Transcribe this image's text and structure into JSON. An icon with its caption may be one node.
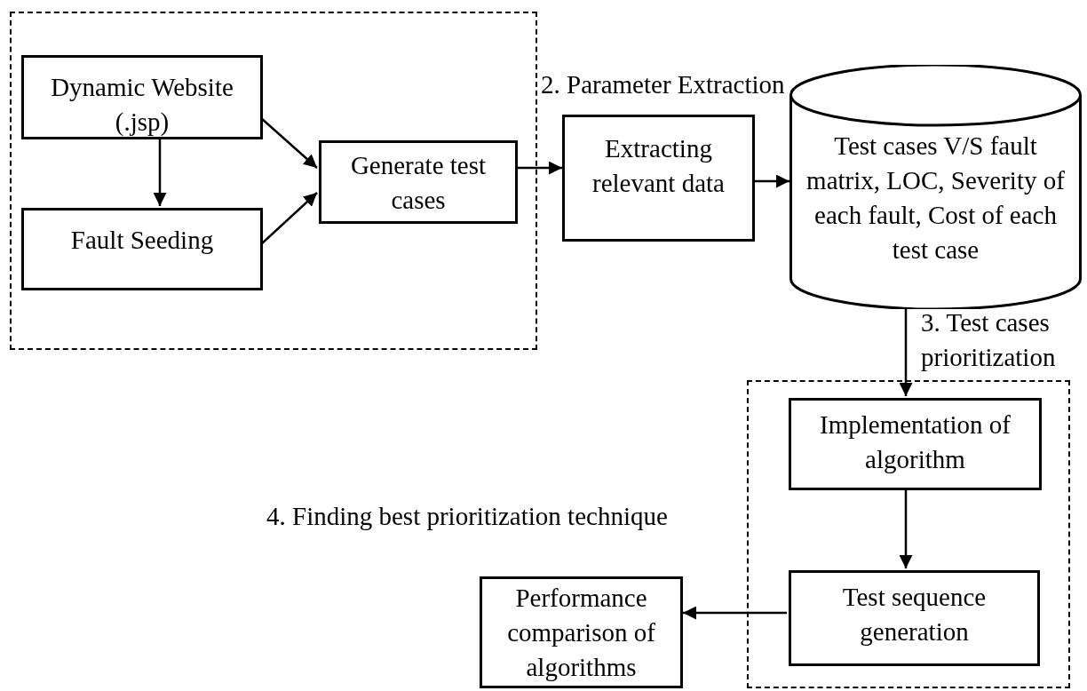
{
  "diagram": {
    "nodes": [
      {
        "text": [],
        "shape": "box"
      },
      {
        "text": [
          "Dynamic Website (.jsp)"
        ],
        "in": 0
      },
      {
        "text": [
          "Fault Seeding"
        ],
        "in": 0
      },
      {
        "text": [
          "Generate test cases"
        ],
        "in": 0
      },
      {
        "text": [
          "Extracting relevant data"
        ]
      },
      {
        "text": [
          "Test cases V/S fault matrix, LOC, Severity of each fault, Cost of each test case"
        ]
      },
      {
        "text": [],
        "shape": "box"
      },
      {
        "text": [
          "Implementation of algorithm"
        ],
        "in": 6
      },
      {
        "text": [
          "Test sequence generation"
        ],
        "in": 6
      },
      {
        "text": [
          "Performance comparison of algorithms"
        ]
      }
    ],
    "edges": [
      {
        "from": 1,
        "to": 3,
        "arrow": "to"
      },
      {
        "from": 1,
        "to": 2,
        "arrow": "to"
      },
      {
        "from": 2,
        "to": 3,
        "arrow": "to"
      },
      {
        "from": 3,
        "to": 4,
        "arrow": "to"
      },
      {
        "from": 4,
        "to": 5,
        "arrow": "to"
      },
      {
        "from": 5,
        "to": 7,
        "arrow": "to"
      },
      {
        "from": 7,
        "to": 8,
        "arrow": "to"
      },
      {
        "from": 8,
        "to": 9,
        "arrow": "to"
      }
    ],
    "labels": [
      "2. Parameter Extraction",
      "3. Test cases prioritization",
      "4. Finding best prioritization technique"
    ]
  }
}
